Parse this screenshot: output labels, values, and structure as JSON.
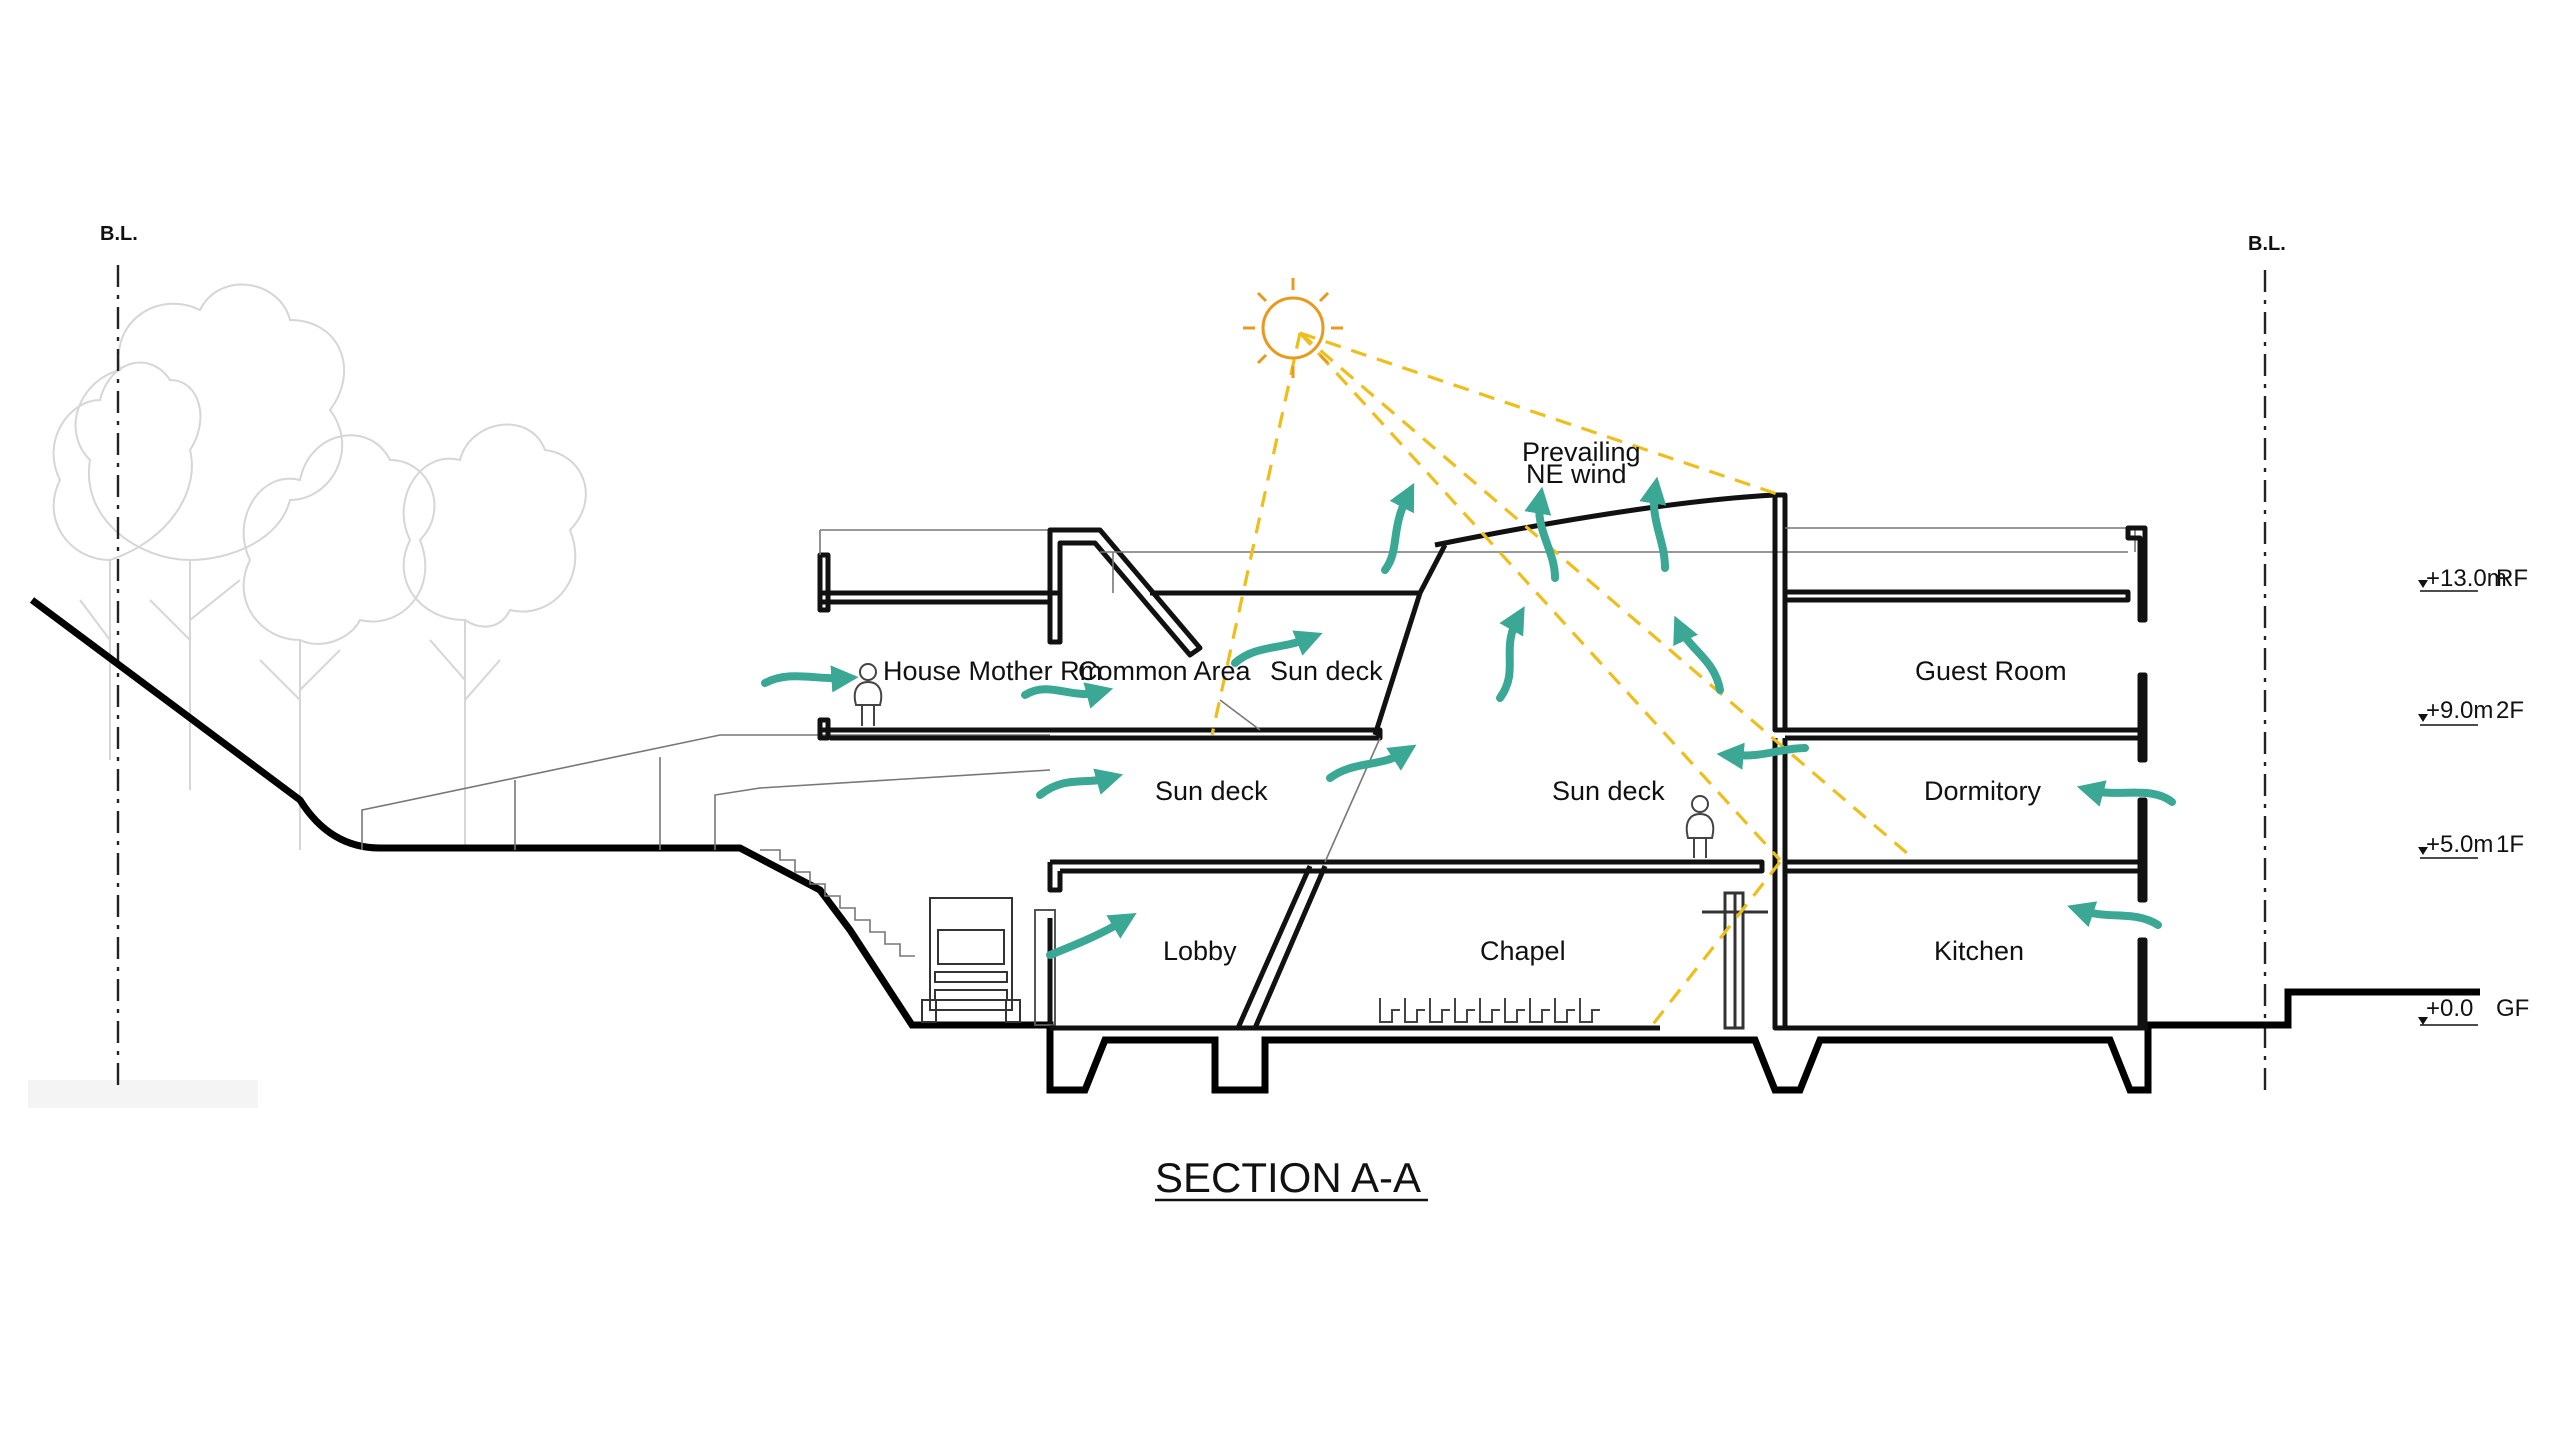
{
  "diagram": {
    "title": "SECTION A-A",
    "boundary_labels": [
      "B.L.",
      "B.L."
    ],
    "annotation_wind": [
      "Prevailing",
      "NE wind"
    ],
    "rooms": {
      "house_mother": "House Mother Rm",
      "common_area": "Common Area",
      "sun_deck_upper": "Sun deck",
      "guest_room": "Guest Room",
      "sun_deck_left": "Sun deck",
      "sun_deck_center": "Sun deck",
      "dormitory": "Dormitory",
      "lobby": "Lobby",
      "chapel": "Chapel",
      "kitchen": "Kitchen"
    },
    "levels": [
      {
        "elevation": "+13.0m",
        "name": "RF"
      },
      {
        "elevation": "+9.0m",
        "name": "2F"
      },
      {
        "elevation": "+5.0m",
        "name": "1F"
      },
      {
        "elevation": "+0.0",
        "name": "GF"
      }
    ],
    "colors": {
      "wind_arrow": "#3AA894",
      "sun": "#E89A1E",
      "sun_rays": "#EEBE1C",
      "structure": "#111111",
      "landscape": "#d6d6d6"
    },
    "icons": [
      "sun-icon",
      "wind-arrow-icon",
      "person-icon",
      "truck-icon",
      "tree-icon",
      "cross-icon",
      "chair-icon"
    ]
  }
}
